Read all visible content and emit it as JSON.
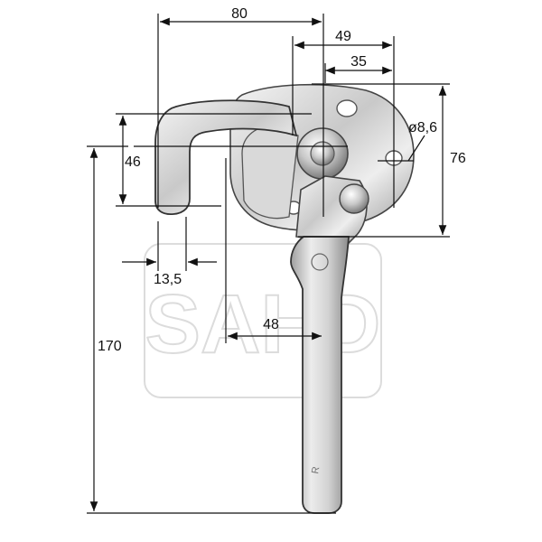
{
  "watermark": {
    "text": "SAHD"
  },
  "dimensions": {
    "width_total": "80",
    "width_plate": "49",
    "width_hole_center": "35",
    "hole_diameter": "ø8,6",
    "plate_height": "76",
    "hook_height": "46",
    "hook_gap": "13,5",
    "handle_offset": "48",
    "total_height": "170"
  },
  "colors": {
    "line": "#111111",
    "metal_light": "#e9e9e9",
    "metal_mid": "#b9b9b9",
    "metal_dark": "#7a7a7a",
    "watermark": "#dcdcdc"
  }
}
